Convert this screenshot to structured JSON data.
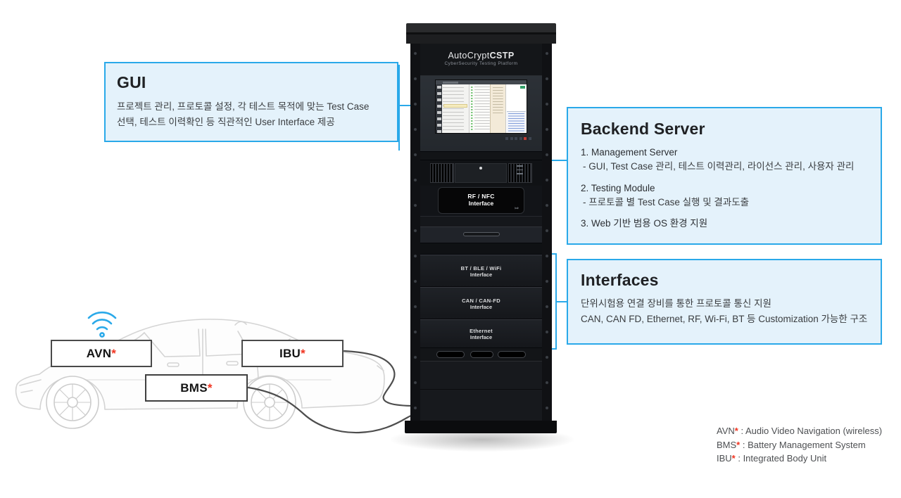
{
  "colors": {
    "accent_blue": "#2AA9E9",
    "box_fill": "#E4F2FB",
    "red_mark": "#F0331F"
  },
  "rack": {
    "brand": {
      "name_regular": "AutoCrypt",
      "name_bold": "CSTP",
      "subtitle": "CyberSecurity Testing Platform"
    },
    "modules": {
      "rf_nfc": {
        "line1": "RF / NFC",
        "line2": "Interface"
      },
      "bt_ble_wifi": {
        "line1": "BT / BLE / WiFi",
        "line2": "Interface"
      },
      "can_canfd": {
        "line1": "CAN / CAN-FD",
        "line2": "Interface"
      },
      "ethernet": {
        "line1": "Ethernet",
        "line2": "Interface"
      }
    }
  },
  "callouts": {
    "gui": {
      "title": "GUI",
      "body1": "프로젝트 관리, 프로토콜 설정, 각 테스트 목적에 맞는 Test Case",
      "body2": "선택, 테스트 이력확인 등 직관적인 User Interface 제공"
    },
    "backend": {
      "title": "Backend Server",
      "items": [
        {
          "heading": "1. Management Server",
          "detail": "- GUI, Test Case 관리, 테스트 이력관리, 라이선스 관리, 사용자 관리"
        },
        {
          "heading": "2. Testing Module",
          "detail": "- 프로토콜 별 Test Case 실행 및 결과도출"
        },
        {
          "heading": "3. Web 기반 범용 OS 환경 지원",
          "detail": ""
        }
      ]
    },
    "interfaces": {
      "title": "Interfaces",
      "body1": "단위시험용 연결 장비를 통한 프로토콜 통신 지원",
      "body2": "CAN, CAN FD, Ethernet, RF, Wi-Fi, BT 등 Customization 가능한 구조"
    }
  },
  "vehicle": {
    "avn": {
      "label": "AVN",
      "mark": "*"
    },
    "ibu": {
      "label": "IBU",
      "mark": "*"
    },
    "bms": {
      "label": "BMS",
      "mark": "*"
    }
  },
  "footnotes": [
    {
      "term": "AVN",
      "mark": "*",
      "desc": " : Audio Video Navigation (wireless)"
    },
    {
      "term": "BMS",
      "mark": "*",
      "desc": " : Battery Management System"
    },
    {
      "term": "IBU",
      "mark": "*",
      "desc": " : Integrated Body Unit"
    }
  ]
}
